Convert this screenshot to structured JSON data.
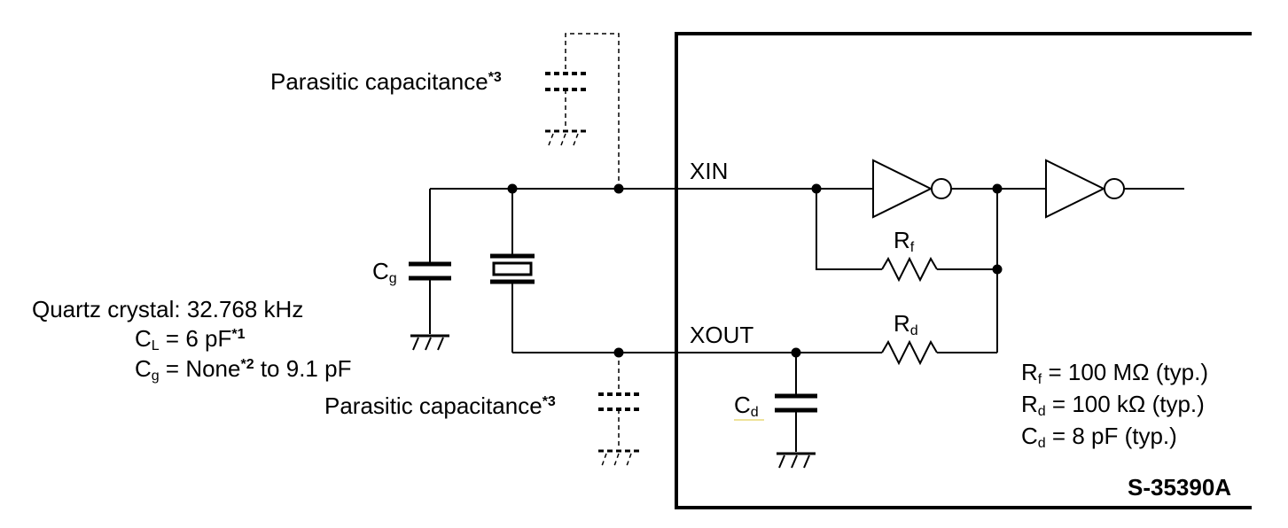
{
  "labels": {
    "parasitic_top": "Parasitic capacitance",
    "parasitic_top_note": "*3",
    "parasitic_bottom": "Parasitic capacitance",
    "parasitic_bottom_note": "*3",
    "cg_main": "C",
    "cg_sub": "g",
    "xin": "XIN",
    "xout": "XOUT",
    "rf_main": "R",
    "rf_sub": "f",
    "rd_main": "R",
    "rd_sub": "d",
    "cd_main": "C",
    "cd_sub": "d",
    "chip_name": "S-35390A"
  },
  "crystal_notes": {
    "line1": "Quartz crystal: 32.768 kHz",
    "line2_main": "C",
    "line2_sub": "L",
    "line2_rest": " = 6 pF",
    "line2_note": "*1",
    "line3_main": "C",
    "line3_sub": "g",
    "line3_rest": " = None",
    "line3_note": "*2",
    "line3_tail": " to 9.1 pF"
  },
  "chip_specs": {
    "rf_main": "R",
    "rf_sub": "f",
    "rf_rest": " = 100 MΩ (typ.)",
    "rd_main": "R",
    "rd_sub": "d",
    "rd_rest": " = 100 kΩ (typ.)",
    "cd_main": "C",
    "cd_sub": "d",
    "cd_rest": " = 8 pF (typ.)"
  }
}
